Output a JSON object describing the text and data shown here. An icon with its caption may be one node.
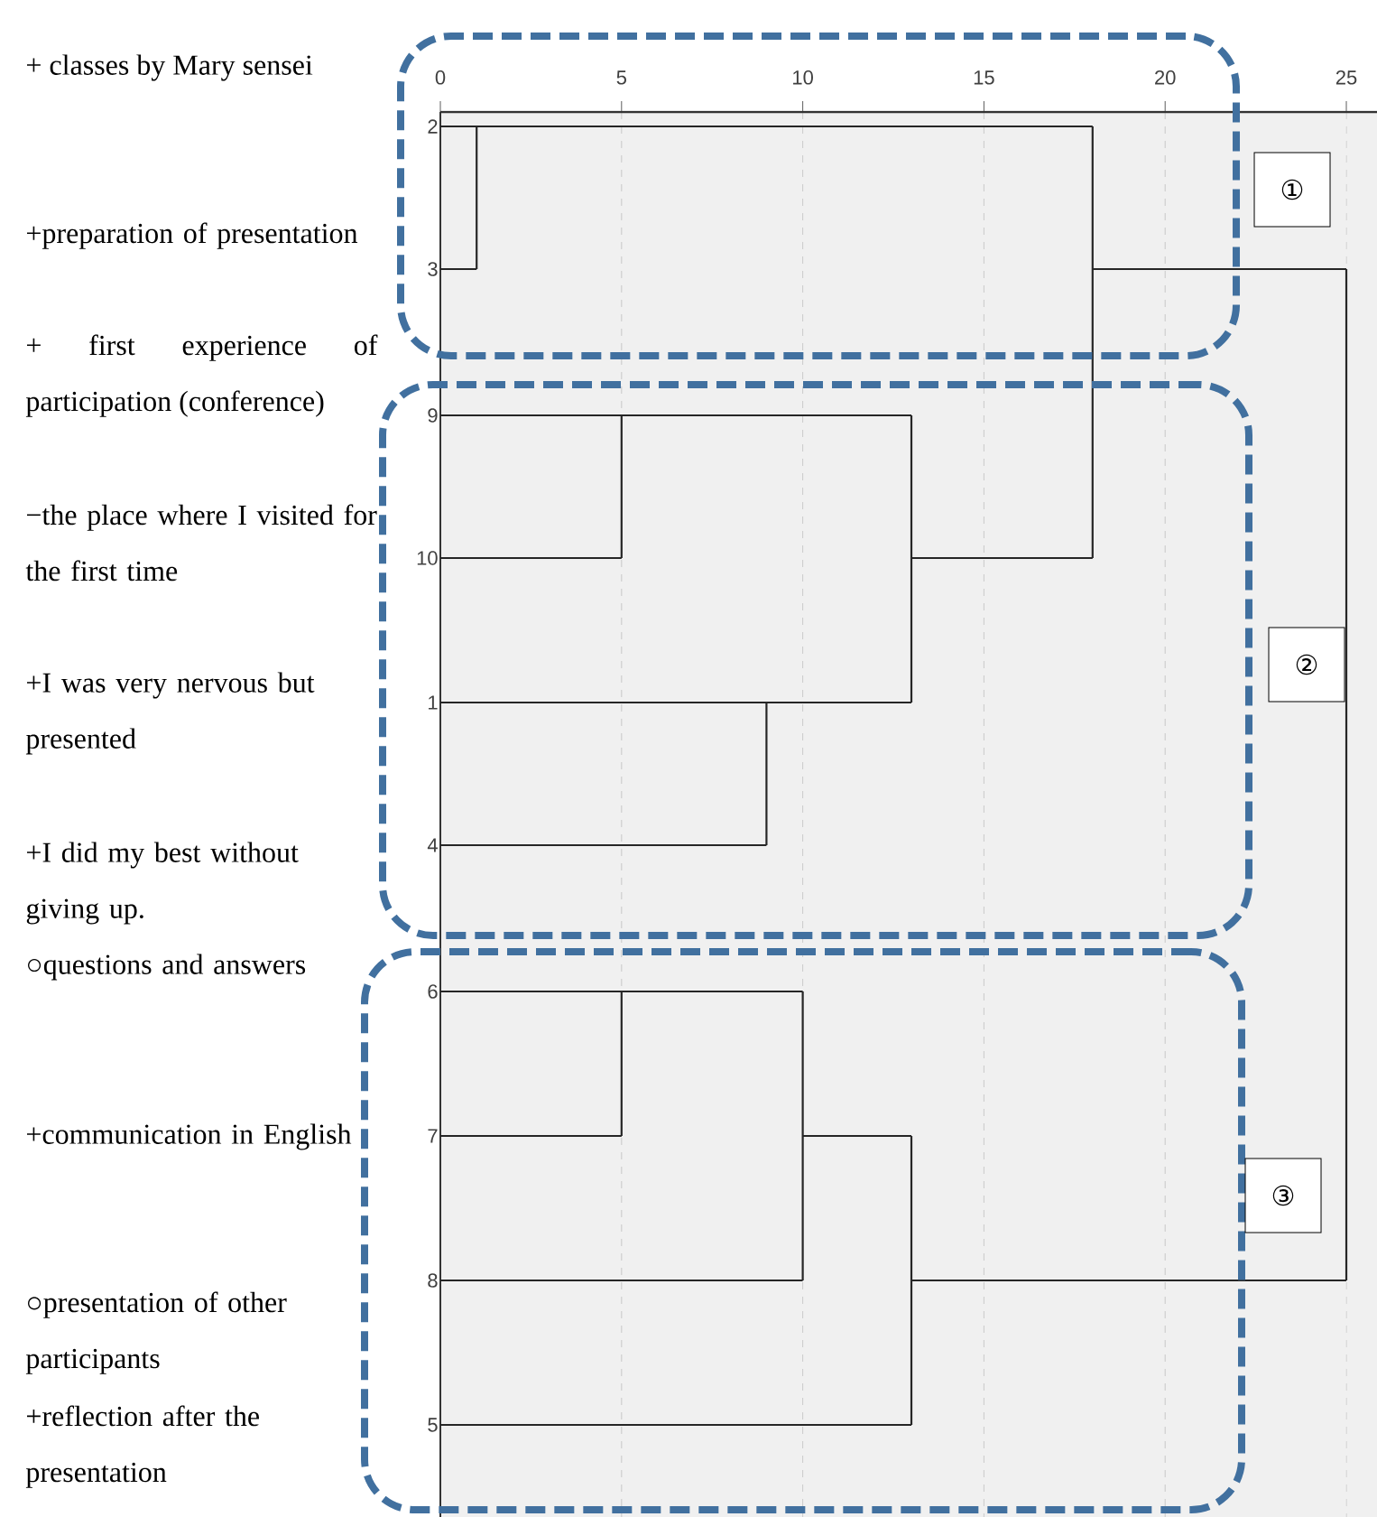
{
  "diagram": {
    "nodes": [
      {
        "text": [],
        "shape": "box"
      },
      {
        "text": [
          "①"
        ]
      },
      {
        "text": [],
        "shape": "box"
      },
      {
        "text": [
          "②"
        ]
      },
      {
        "text": [],
        "shape": "box"
      },
      {
        "text": [
          "③"
        ]
      }
    ],
    "labels": [
      "0",
      "5",
      "10",
      "15",
      "20",
      "25",
      "+ classes by Mary sensei",
      "+preparation of presentation",
      "+ first experience of participation (conference)",
      "−the place where I visited for the first time",
      "+I was very nervous but presented",
      "+I did my best without giving up.",
      "○questions and answers",
      "+communication in English",
      "○presentation of other participants",
      "+reflection after the presentation",
      "2",
      "3",
      "9",
      "10",
      "1",
      "4",
      "6",
      "7",
      "8",
      "5"
    ]
  }
}
